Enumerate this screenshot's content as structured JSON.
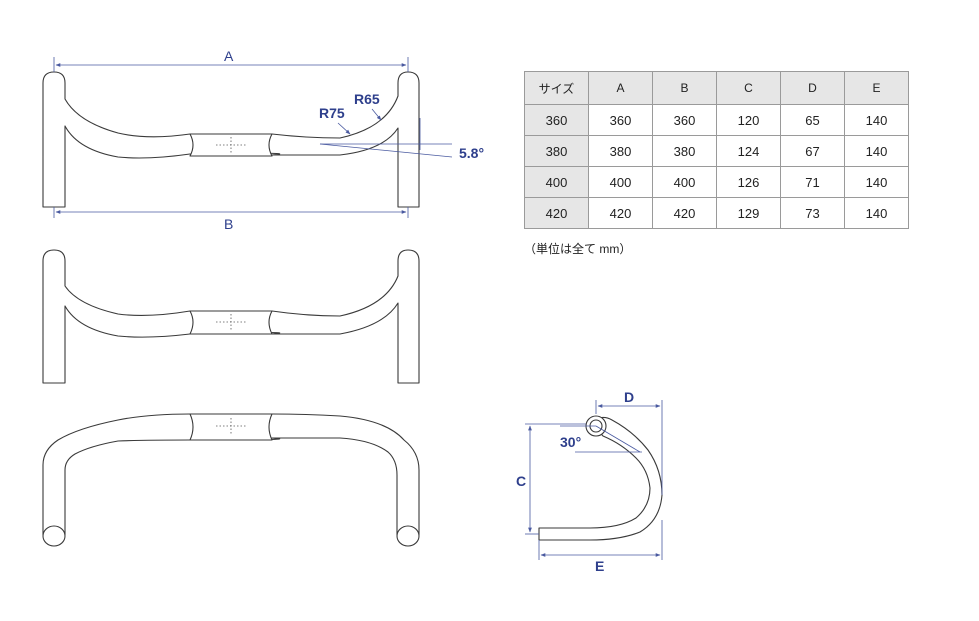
{
  "labels": {
    "A": "A",
    "B": "B",
    "C": "C",
    "D": "D",
    "E": "E",
    "R75": "R75",
    "R65": "R65",
    "flare": "5.8°",
    "angle30": "30°"
  },
  "table": {
    "headers": [
      "サイズ",
      "A",
      "B",
      "C",
      "D",
      "E"
    ],
    "rows": [
      [
        "360",
        "360",
        "360",
        "120",
        "65",
        "140"
      ],
      [
        "380",
        "380",
        "380",
        "124",
        "67",
        "140"
      ],
      [
        "400",
        "400",
        "400",
        "126",
        "71",
        "140"
      ],
      [
        "420",
        "420",
        "420",
        "129",
        "73",
        "140"
      ]
    ]
  },
  "note": "（単位は全て mm）",
  "colors": {
    "dimension": "#2e3f8c",
    "outline": "#3a3a3a",
    "table_header_bg": "#e6e6e6"
  }
}
